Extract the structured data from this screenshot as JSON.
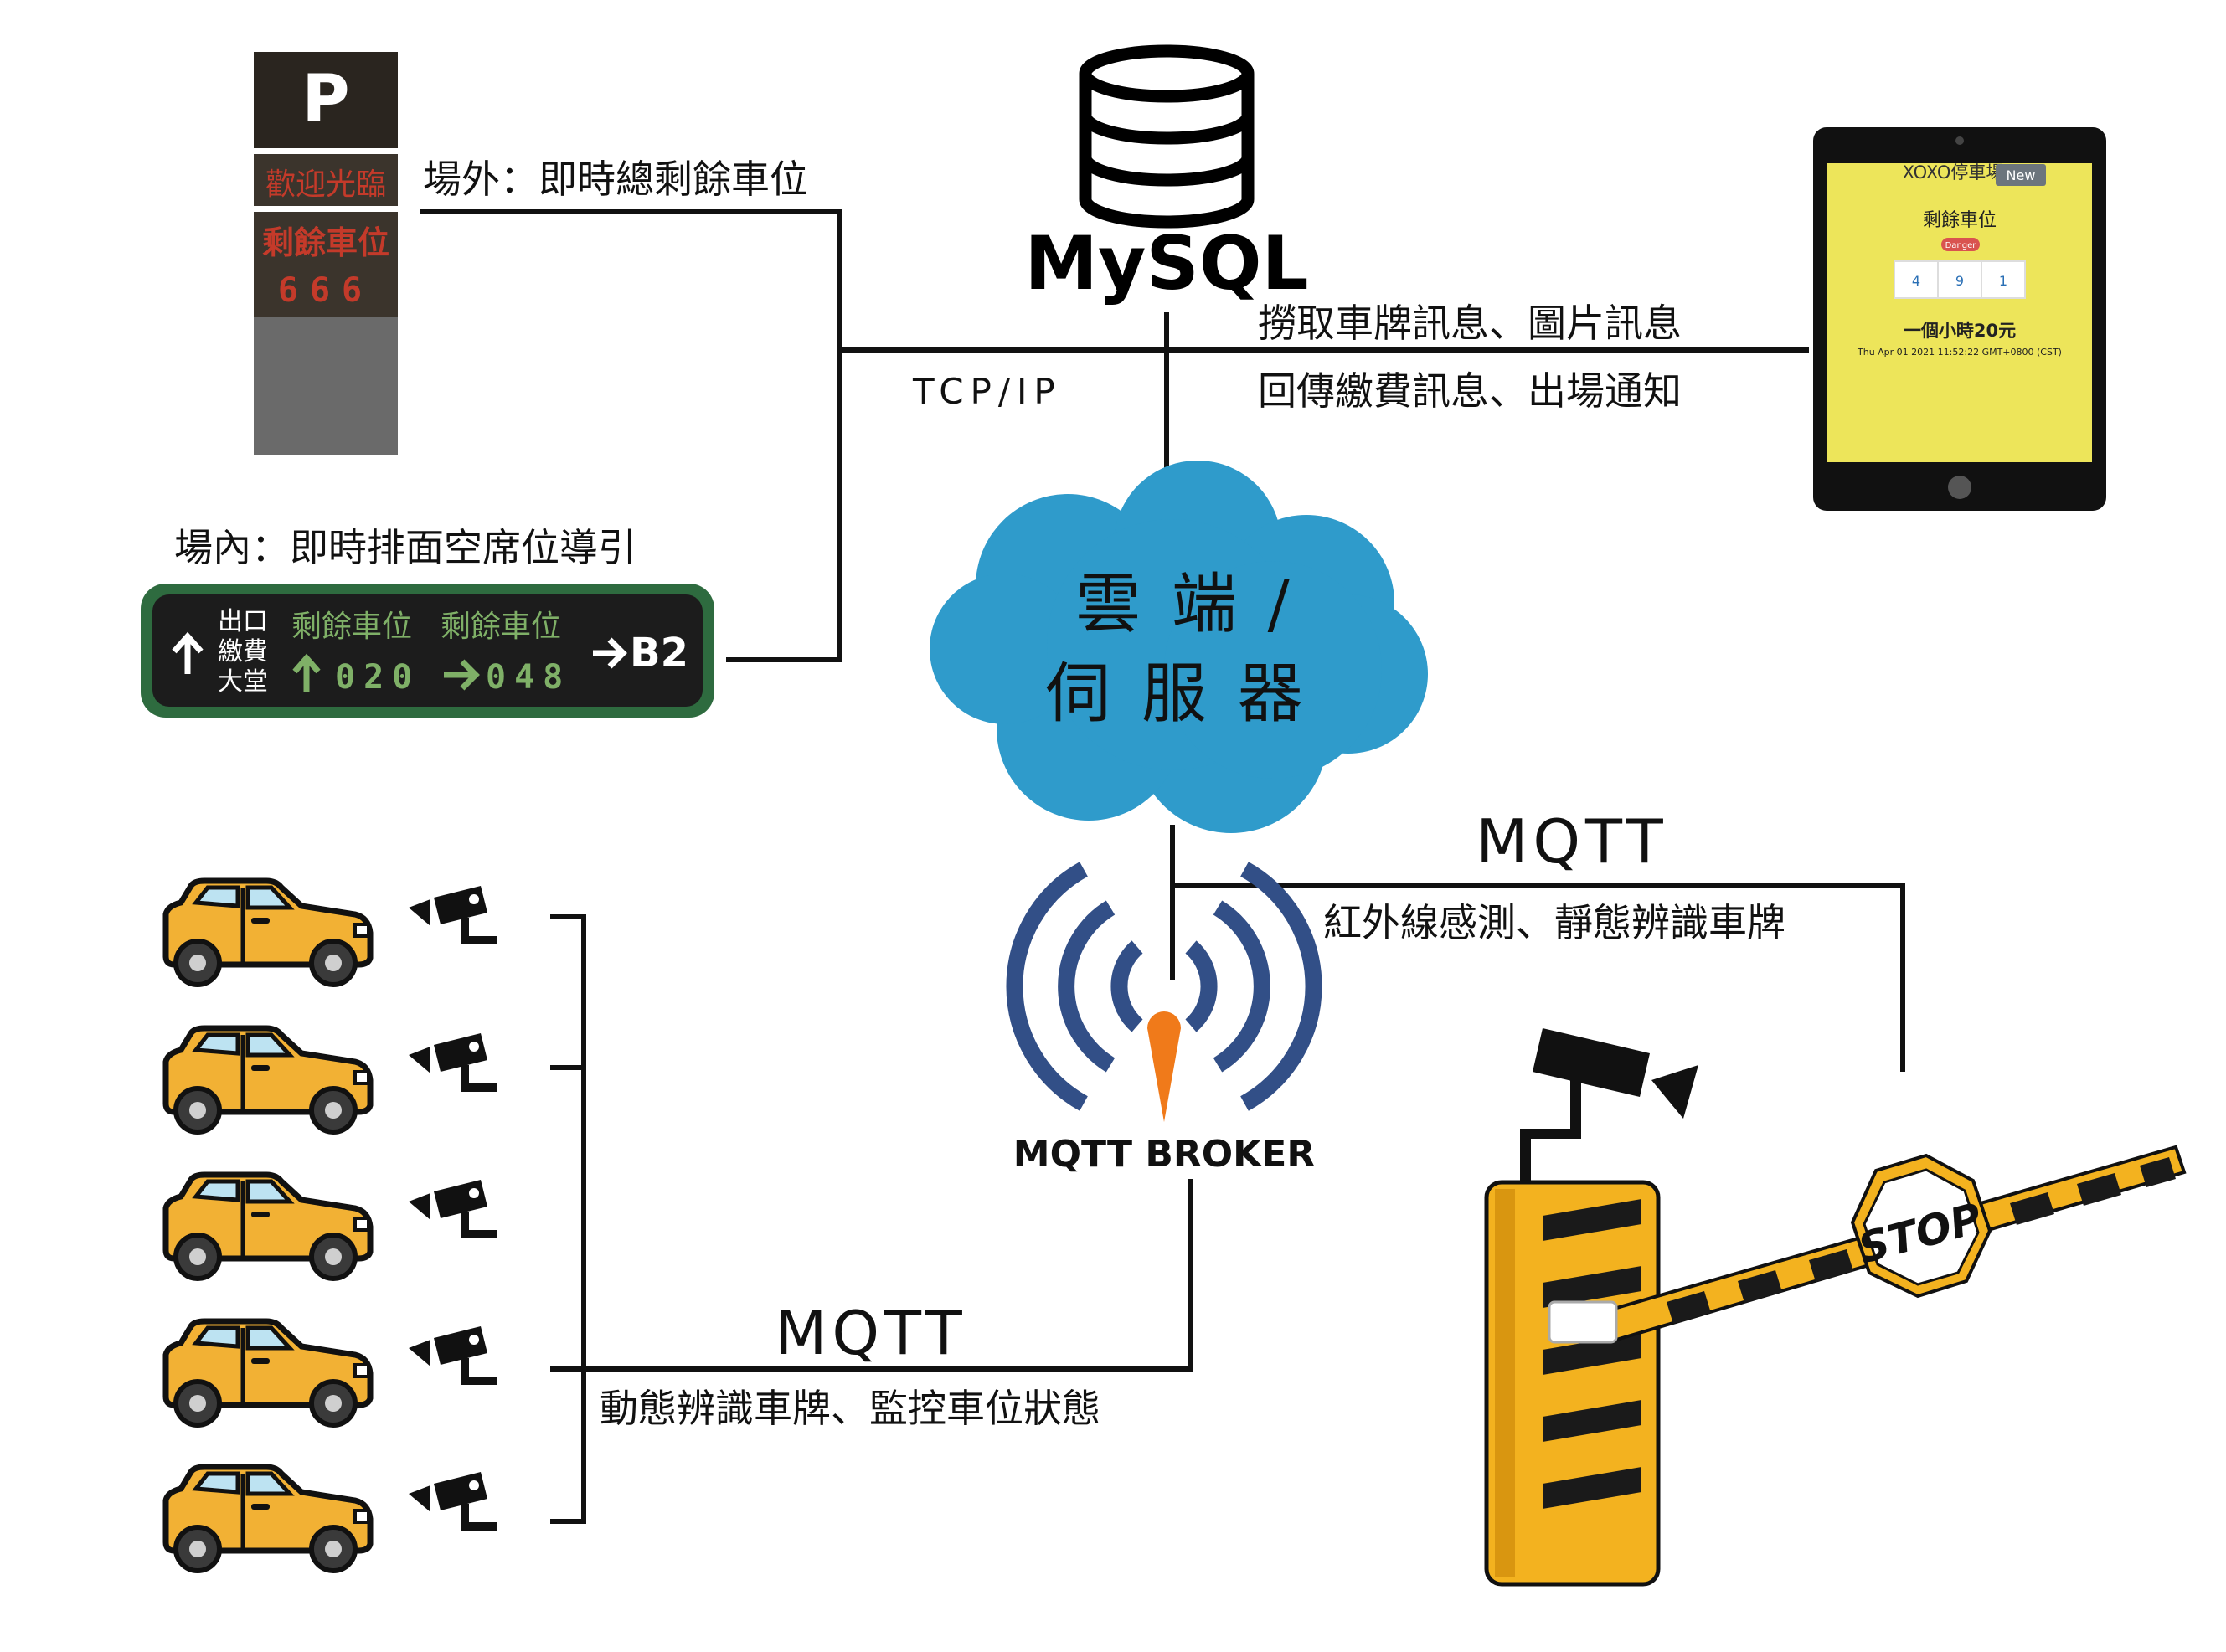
{
  "outdoor_sign": {
    "letter": "P",
    "welcome": "歡迎光臨",
    "remaining_label": "剩餘車位",
    "remaining_count": "666"
  },
  "outdoor_caption": "場外：即時總剩餘車位",
  "indoor_caption": "場內：即時排面空席位導引",
  "indoor_sign": {
    "exit_lines": [
      "出口",
      "繳費",
      "大堂"
    ],
    "remaining_label_a": "剩餘車位",
    "remaining_label_b": "剩餘車位",
    "count_a": "020",
    "count_b": "048",
    "floor": "B2"
  },
  "mysql_label": "MySQL",
  "tcpip_label": "TCP/IP",
  "tablet_text_1": "撈取車牌訊息、圖片訊息",
  "tablet_text_2": "回傳繳費訊息、出場通知",
  "tablet": {
    "title": "XOXO停車場",
    "badge": "New",
    "heading": "剩餘車位",
    "danger": "Danger",
    "digits": [
      "4",
      "9",
      "1"
    ],
    "price": "一個小時20元",
    "timestamp": "Thu Apr 01 2021 11:52:22 GMT+0800 (CST)"
  },
  "cloud_line_1": "雲 端 /",
  "cloud_line_2": "伺 服 器",
  "mqtt_right_label": "MQTT",
  "mqtt_right_desc": "紅外線感測、靜態辨識車牌",
  "broker_label": "MQTT BROKER",
  "mqtt_bottom_label": "MQTT",
  "mqtt_bottom_desc": "動態辨識車牌、監控車位狀態",
  "stop_text": "STOP",
  "colors": {
    "cloud": "#2f9bcb",
    "tablet_screen": "#ede55a",
    "car_body": "#f2b134",
    "indoor_sign_border": "#2e6b3f",
    "led_text": "#c43a2a",
    "indoor_green": "#7fb067",
    "broker_blue": "#324f87",
    "broker_orange": "#f07a1a",
    "barrier_yellow": "#f3b21f"
  }
}
